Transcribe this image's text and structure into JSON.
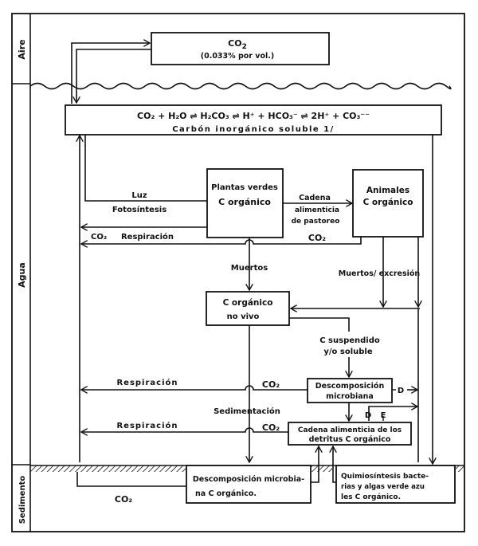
{
  "zones": {
    "air": "Aire",
    "water": "Agua",
    "sediment": "Sedimento"
  },
  "nodes": {
    "atmospheric_co2": {
      "line1": "CO",
      "sub": "2",
      "line2": "(0.033% por vol.)"
    },
    "inorganic_carbon": {
      "equation": "CO₂ + H₂O ⇌ H₂CO₃ ⇌ H⁺ + HCO₃⁻ ⇌ 2H⁺ + CO₃⁻⁻",
      "label": "Carbón inorgánico soluble 1/"
    },
    "green_plants": {
      "line1": "Plantas verdes",
      "line2": "C orgánico"
    },
    "animals": {
      "line1": "Animales",
      "line2": "C orgánico"
    },
    "nonliving_organic": {
      "line1": "C orgánico",
      "line2": "no vivo"
    },
    "microbial_decomposition": {
      "line1": "Descomposición",
      "line2": "microbiana"
    },
    "detritus_food_chain": {
      "line1": "Cadena alimenticia de los",
      "line2": "detritus  C orgánico"
    },
    "sediment_decomposition": {
      "line1": "Descomposición microbia-",
      "line2": "na  C orgánico."
    },
    "chemosynthesis": {
      "line1": "Quimiosíntesis bacte-",
      "line2": "rias y algas verde azu",
      "line3": "les  C orgánico."
    }
  },
  "labels": {
    "light": "Luz",
    "photosynthesis": "Fotosíntesis",
    "co2": "CO₂",
    "respiration": "Respiración",
    "grazing_1": "Cadena",
    "grazing_2": "alimenticia",
    "grazing_3": "de pastoreo",
    "dead": "Muertos",
    "dead_excretion": "Muertos/ excresión",
    "suspended_1": "C suspendido",
    "suspended_2": "y/o soluble",
    "sedimentation": "Sedimentación",
    "d": "D",
    "e": "E"
  }
}
